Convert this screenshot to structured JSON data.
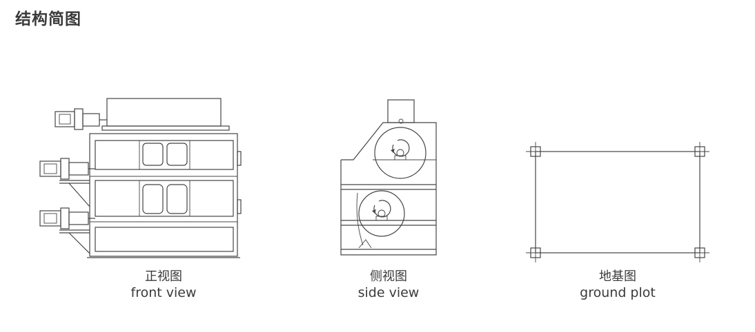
{
  "header": {
    "title": "结构简图"
  },
  "views": [
    {
      "zh": "正视图",
      "en": "front view"
    },
    {
      "zh": "侧视图",
      "en": "side view"
    },
    {
      "zh": "地基图",
      "en": "ground plot"
    }
  ]
}
